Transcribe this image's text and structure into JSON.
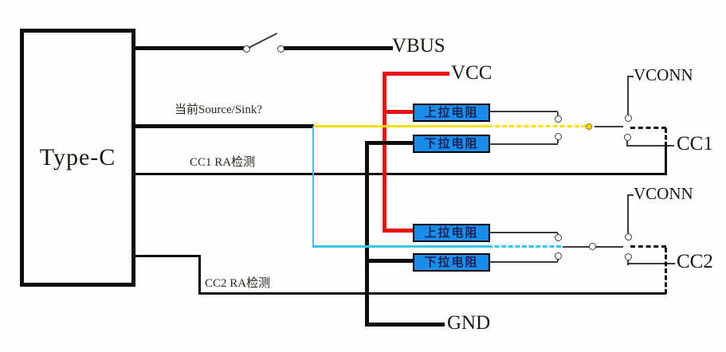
{
  "diagram": {
    "device": {
      "label": "Type-C"
    },
    "nets": {
      "vbus": "VBUS",
      "vcc": "VCC",
      "gnd": "GND",
      "vconn_cc1": "VCONN",
      "vconn_cc2": "VCONN",
      "cc1": "CC1",
      "cc2": "CC2"
    },
    "resistors": {
      "cc1_pullup": "上拉电阻",
      "cc1_pulldown": "下拉电阻",
      "cc2_pullup": "上拉电阻",
      "cc2_pulldown": "下拉电阻"
    },
    "annotations": {
      "source_sink": "当前Source/Sink?",
      "cc1_ra": "CC1 RA检测",
      "cc2_ra": "CC2 RA检测"
    },
    "colors": {
      "wire_black": "#0d0d0d",
      "wire_red": "#e90f0f",
      "wire_yellow": "#ffdf00",
      "wire_cyan": "#35c4f2",
      "resistor_fill": "#1b8ce8",
      "resistor_text": "#14235c",
      "text": "#1c160e"
    }
  }
}
